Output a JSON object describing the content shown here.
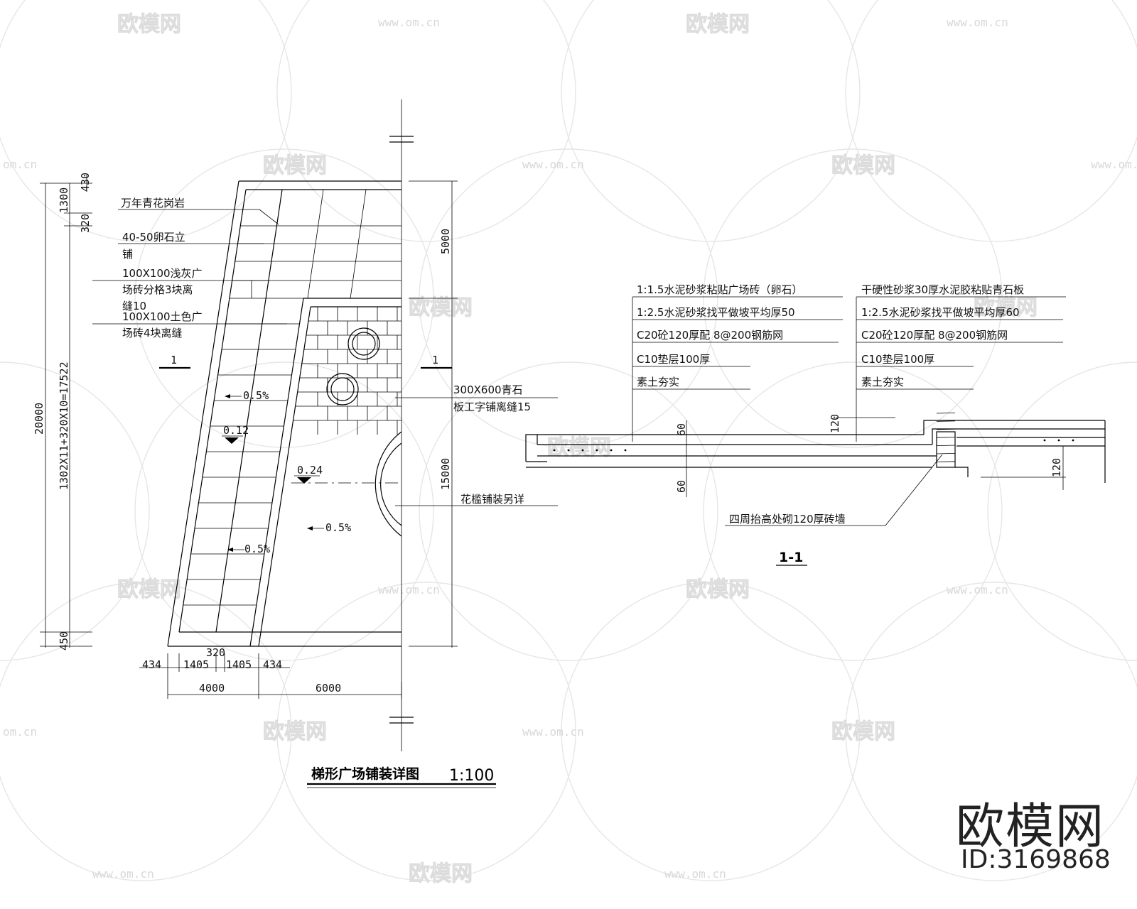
{
  "plan": {
    "title": "梯形广场铺装详图",
    "scale": "1:100",
    "labels": {
      "granite": "万年青花岗岩",
      "pebble_1": "40-50卵石立",
      "pebble_2": "铺",
      "grey_tile_1": "100X100浅灰广",
      "grey_tile_2": "场砖分格3块离",
      "grey_tile_3": "缝10",
      "tan_tile_1": "100X100土色广",
      "tan_tile_2": "场砖4块离缝",
      "slab_1": "300X600青石",
      "slab_2": "板工字铺离缝15",
      "flowerbed": "花槛铺装另详"
    },
    "section_marks": [
      "1",
      "1"
    ],
    "slopes": [
      "0.5%",
      "0.5%",
      "0.5%"
    ],
    "elevations": [
      "0.12",
      "0.24"
    ],
    "dims_left": [
      "430",
      "1300",
      "320",
      "20000",
      "1302X11+320X10=17522",
      "450"
    ],
    "dims_right": [
      "5000",
      "15000"
    ],
    "dims_bottom": [
      "320",
      "434",
      "1405",
      "1405",
      "434",
      "4000",
      "6000"
    ]
  },
  "section": {
    "title": "1-1",
    "left_layers": [
      "1:1.5水泥砂浆粘贴广场砖（卵石）",
      "1:2.5水泥砂浆找平做坡平均厚50",
      "C20砼120厚配 8@200钢筋网",
      "C10垫层100厚",
      "素土夯实"
    ],
    "right_layers": [
      "干硬性砂浆30厚水泥胶粘贴青石板",
      "1:2.5水泥砂浆找平做坡平均厚60",
      "C20砼120厚配 8@200钢筋网",
      "C10垫层100厚",
      "素土夯实"
    ],
    "dims": [
      "60",
      "60",
      "120",
      "120"
    ],
    "wall_note": "四周抬高处砌120厚砖墙"
  },
  "watermark": {
    "logo": "欧模网",
    "url": "www.om.cn",
    "url_short": "om.cn"
  },
  "brand": {
    "name": "欧模网",
    "id": "ID:3169868"
  }
}
